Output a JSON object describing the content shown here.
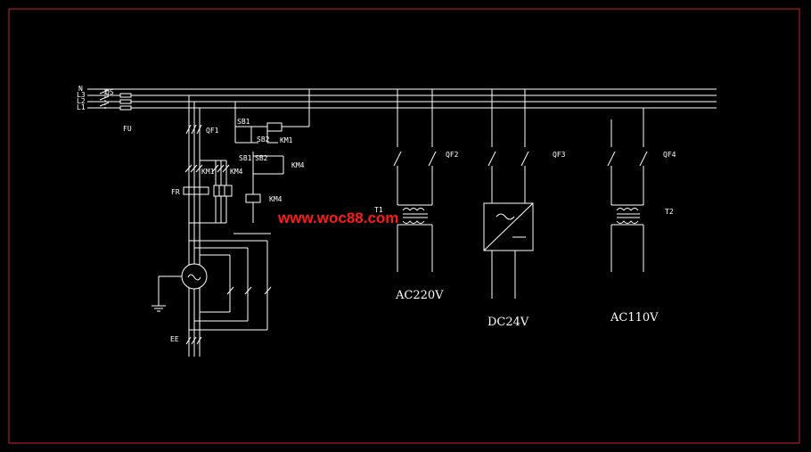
{
  "colors": {
    "background": "#000000",
    "lines": "#ffffff",
    "frame": "#cc2222",
    "watermark": "#ff1a1a"
  },
  "labels": {
    "bus_n": "N",
    "bus_l3": "L3",
    "bus_l2": "L2",
    "bus_l1": "L1",
    "qs": "QS",
    "fu": "FU",
    "qf1": "QF1",
    "sb1_top": "SB1",
    "sb2_top": "SB2",
    "km1_coil": "KM1",
    "sb1_mid": "SB1",
    "sb2_mid": "SB2",
    "km1_mid": "KM1",
    "km4_mid": "KM4",
    "km4_right": "KM4",
    "fr": "FR",
    "km4_coil": "KM4",
    "ee": "EE",
    "qf2": "QF2",
    "qf3": "QF3",
    "qf4": "QF4",
    "t1": "T1",
    "t2": "T2",
    "ac220": "AC220V",
    "dc24": "DC24V",
    "ac110": "AC110V"
  },
  "watermark": "www.woc88.com"
}
